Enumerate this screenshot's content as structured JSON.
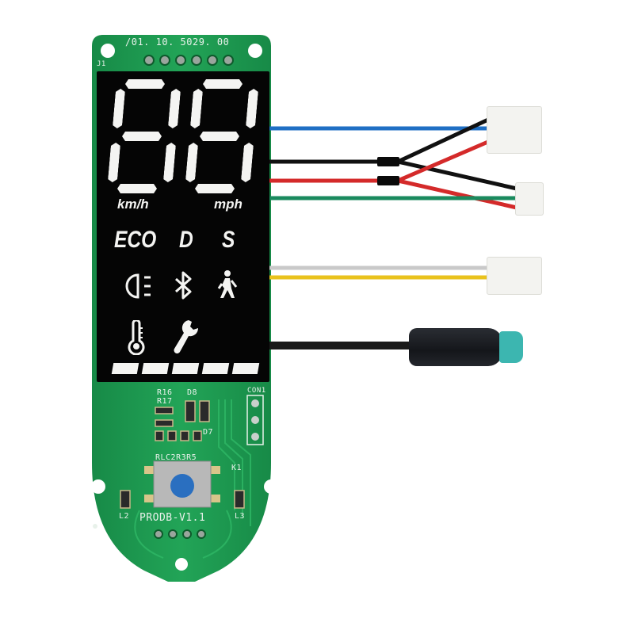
{
  "image": {
    "subject": "Scooter dashboard display PCB with LCD and connector cables",
    "background": "#ffffff"
  },
  "pcb": {
    "color": "#1d9a52",
    "header_text": "/01. 10. 5029. 00",
    "header_label": "J1",
    "silkscreen": {
      "r16": "R16",
      "r17": "R17",
      "d8": "D8",
      "d7": "D7",
      "con1": "CON1",
      "rlc": "RLC2R3R5",
      "k1": "K1",
      "l2": "L2",
      "l3": "L3",
      "version": "PRODB-V1.1"
    },
    "button_color": "#2a6fc0"
  },
  "lcd": {
    "speed_digits": "88",
    "unit_left": "km/h",
    "unit_right": "mph",
    "modes": [
      "ECO",
      "D",
      "S"
    ],
    "icons": [
      "headlight-icon",
      "bluetooth-icon",
      "pedestrian-icon",
      "thermometer-icon",
      "wrench-icon"
    ],
    "battery_bars": 5
  },
  "cables": [
    {
      "color": "#1f6fc4",
      "name": "blue"
    },
    {
      "color": "#111111",
      "name": "black"
    },
    {
      "color": "#d42a2a",
      "name": "red"
    },
    {
      "color": "#1a8a5e",
      "name": "green"
    },
    {
      "color": "#c9c9c9",
      "name": "white"
    },
    {
      "color": "#e9c21c",
      "name": "yellow"
    },
    {
      "color": "#1a1a1a",
      "name": "black-main"
    }
  ],
  "connectors": {
    "waterproof_tip_color": "#3cb6b0"
  }
}
